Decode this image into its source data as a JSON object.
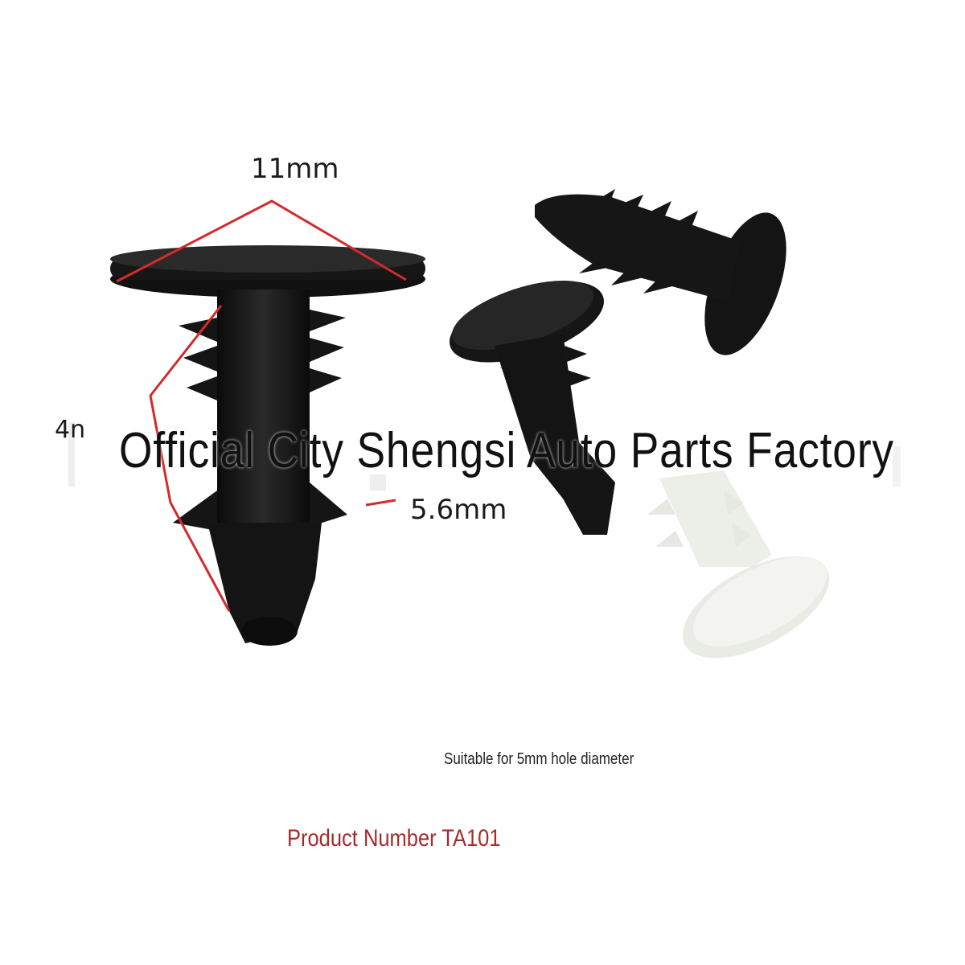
{
  "labels": {
    "width_top": "11mm",
    "width_shaft": "5.6mm",
    "length_partial": "4n",
    "watermark": "Official City Shengsi Auto Parts Factory",
    "suitable": "Suitable for 5mm hole diameter",
    "product_number": "Product Number TA101"
  },
  "colors": {
    "clip_black": "#151515",
    "clip_white": "#eeefe9",
    "dimension_line": "#d42a2a",
    "product_number": "#a52a2a"
  }
}
